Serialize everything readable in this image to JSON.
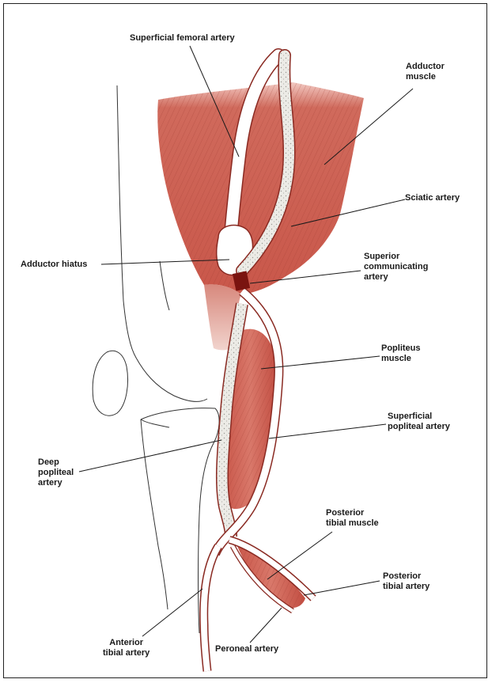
{
  "labels": {
    "superficial_femoral_artery": "Superficial femoral artery",
    "adductor_muscle": "Adductor\nmuscle",
    "sciatic_artery": "Sciatic artery",
    "adductor_hiatus": "Adductor hiatus",
    "superior_communicating_artery": "Superior\ncommunicating\nartery",
    "popliteus_muscle": "Popliteus\nmuscle",
    "superficial_popliteal_artery": "Superficial\npopliteal artery",
    "deep_popliteal_artery": "Deep\npopliteal\nartery",
    "posterior_tibial_muscle": "Posterior\ntibial muscle",
    "posterior_tibial_artery": "Posterior\ntibial artery",
    "anterior_tibial_artery": "Anterior\ntibial artery",
    "peroneal_artery": "Peroneal artery"
  },
  "colors": {
    "muscle": "#c9574a",
    "muscle_light": "#e2978a",
    "artery_outline": "#8a2a22",
    "sciatic_fill": "#e8e8e4",
    "communicating_artery": "#7a1410",
    "bone_outline": "#333333",
    "leader": "#1a1a1a"
  }
}
